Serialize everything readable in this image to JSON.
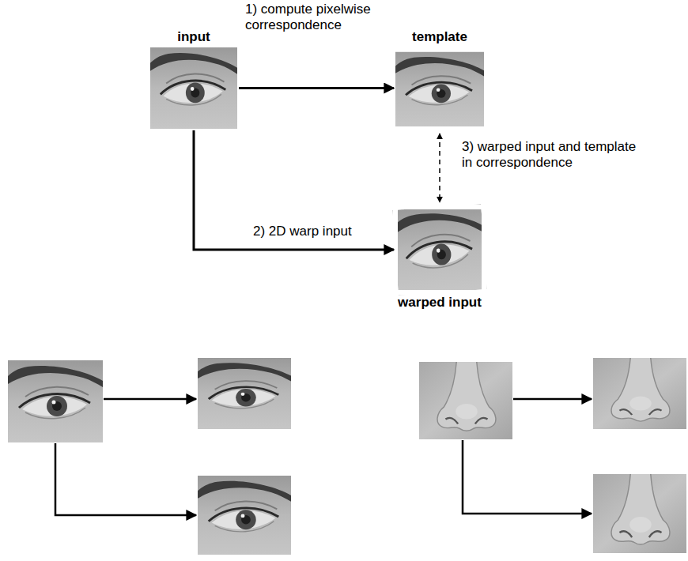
{
  "diagram": {
    "nodes": [
      {
        "text": [
          "input"
        ]
      },
      {
        "text": [
          "template"
        ]
      },
      {
        "text": [
          "warped input"
        ]
      }
    ],
    "edges": [
      {
        "from": 0,
        "to": 1,
        "arrow": "to",
        "label": "1) compute pixelwise correspondence"
      },
      {
        "from": 0,
        "to": 2,
        "arrow": "to",
        "label": "2) 2D warp input"
      },
      {
        "from": 1,
        "to": 2,
        "arrow": "both",
        "label": "3) warped input and template in correspondence"
      }
    ]
  }
}
